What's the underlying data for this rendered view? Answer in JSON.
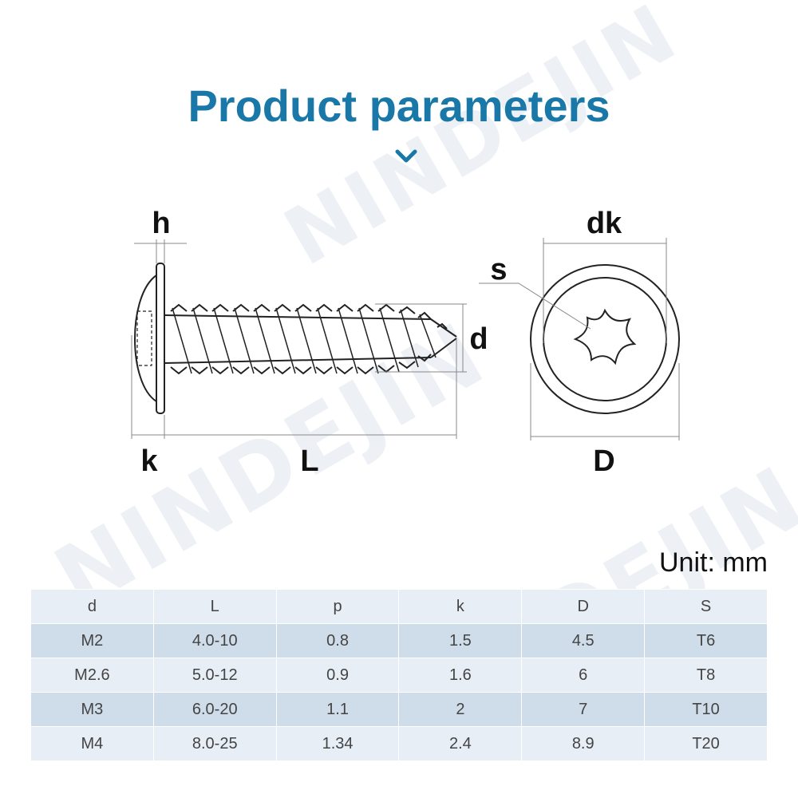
{
  "watermark": "NINDEJIN",
  "title": "Product parameters",
  "diagram": {
    "labels": {
      "h": "h",
      "k": "k",
      "L": "L",
      "d": "d",
      "s": "s",
      "dk": "dk",
      "D": "D"
    }
  },
  "unit": "Unit: mm",
  "table": {
    "headers": [
      "d",
      "L",
      "p",
      "k",
      "D",
      "S"
    ],
    "rows": [
      [
        "M2",
        "4.0-10",
        "0.8",
        "1.5",
        "4.5",
        "T6"
      ],
      [
        "M2.6",
        "5.0-12",
        "0.9",
        "1.6",
        "6",
        "T8"
      ],
      [
        "M3",
        "6.0-20",
        "1.1",
        "2",
        "7",
        "T10"
      ],
      [
        "M4",
        "8.0-25",
        "1.34",
        "2.4",
        "8.9",
        "T20"
      ]
    ]
  },
  "colors": {
    "title": "#1a78a8",
    "table_header_bg": "#e8eef6",
    "table_row_dark": "#cfdcea",
    "table_row_light": "#e8eef6"
  }
}
